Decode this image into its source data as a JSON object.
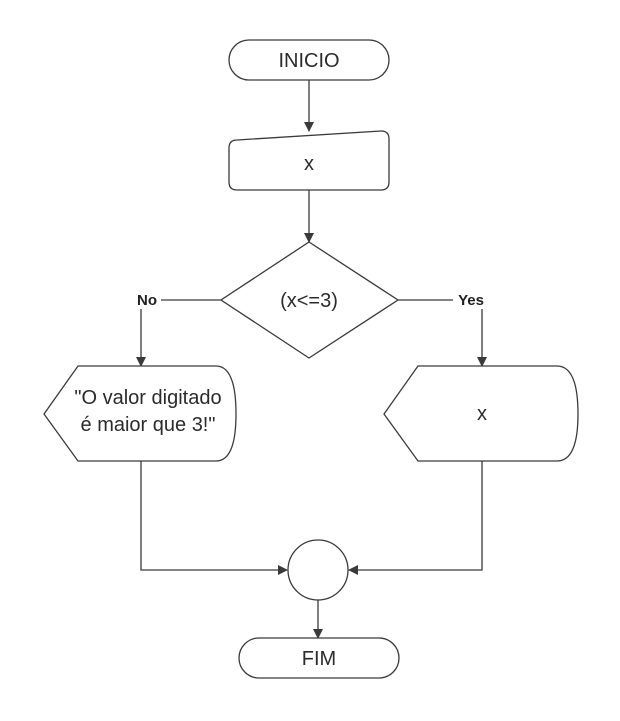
{
  "nodes": {
    "start": {
      "label": "INICIO"
    },
    "input": {
      "label": "x"
    },
    "decision": {
      "label": "(x<=3)"
    },
    "output_no": {
      "lines": [
        "\"O valor digitado",
        "é maior que 3!\""
      ]
    },
    "output_yes": {
      "label": "x"
    },
    "connector": {
      "label": ""
    },
    "end": {
      "label": "FIM"
    }
  },
  "edges": {
    "no_label": "No",
    "yes_label": "Yes"
  },
  "colors": {
    "stroke": "#3a3a3a",
    "fill": "#ffffff",
    "text": "#2b2b2b"
  }
}
